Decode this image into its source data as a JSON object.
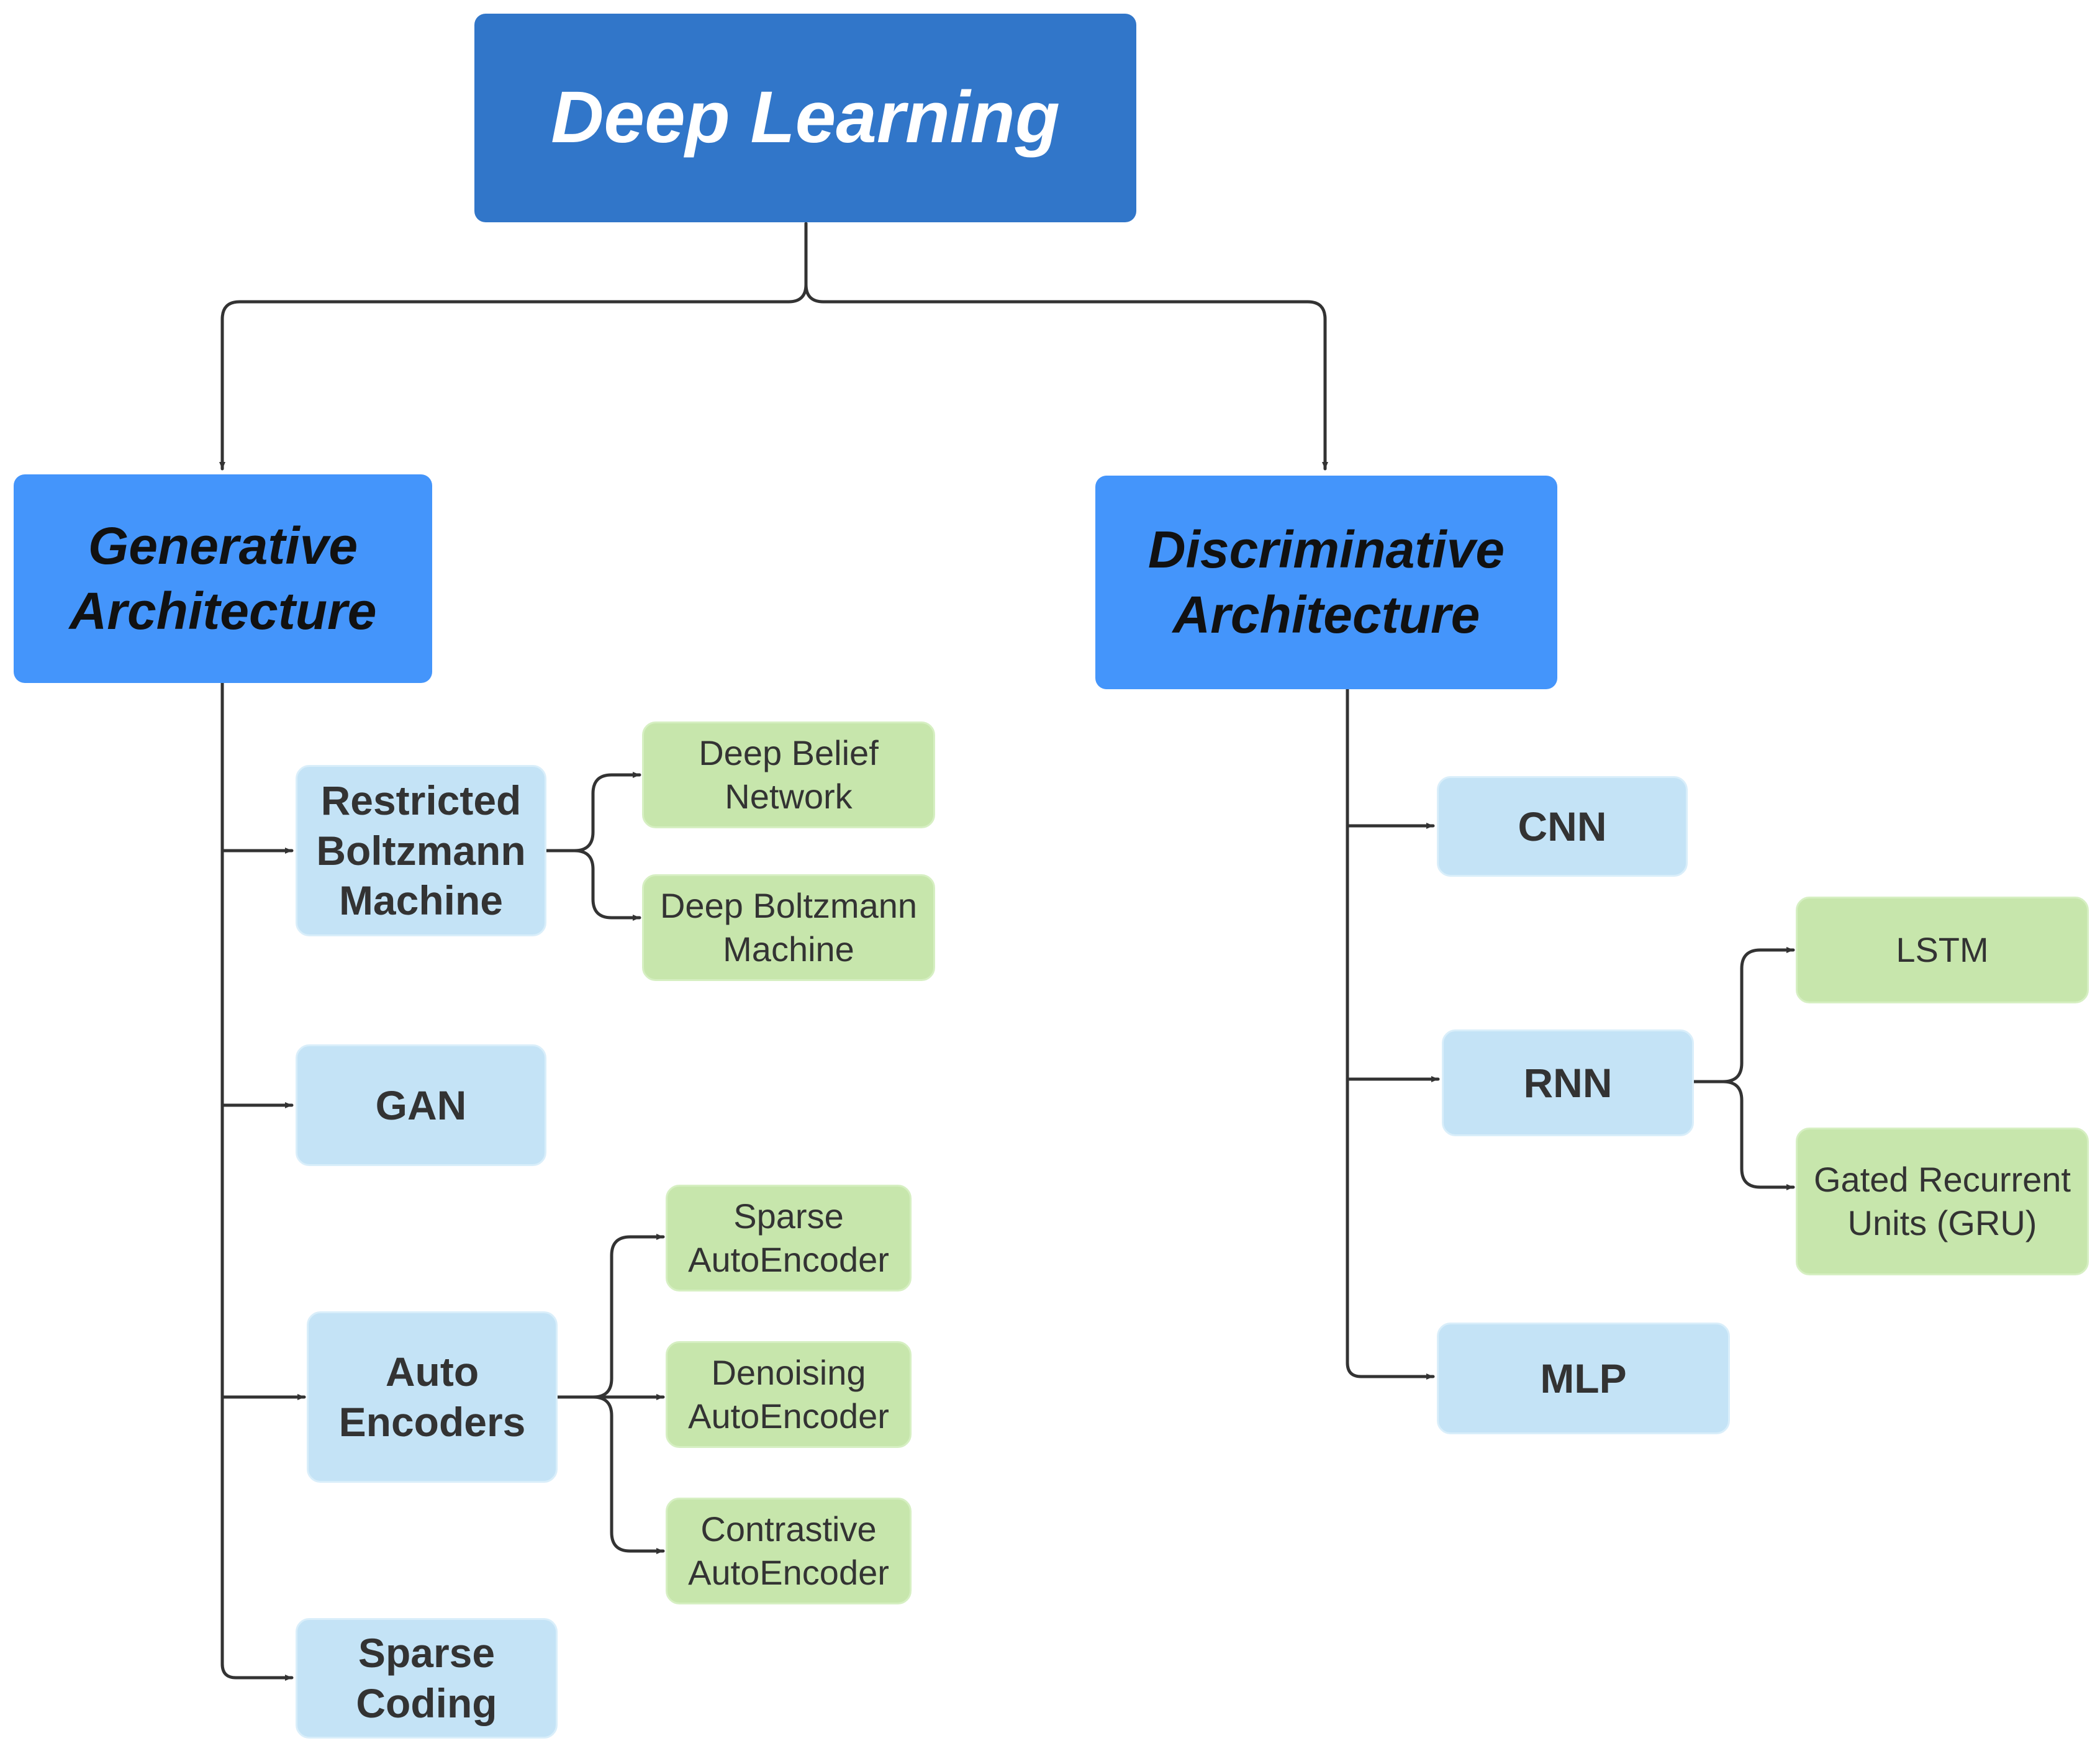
{
  "diagram": {
    "root": {
      "label": "Deep Learning"
    },
    "branches": [
      {
        "label": "Generative\nArchitecture",
        "methods": [
          {
            "label": "Restricted\nBoltzmann\nMachine",
            "variants": [
              "Deep Belief\nNetwork",
              "Deep Boltzmann\nMachine"
            ]
          },
          {
            "label": "GAN",
            "variants": []
          },
          {
            "label": "Auto\nEncoders",
            "variants": [
              "Sparse\nAutoEncoder",
              "Denoising\nAutoEncoder",
              "Contrastive\nAutoEncoder"
            ]
          },
          {
            "label": "Sparse\nCoding",
            "variants": []
          }
        ]
      },
      {
        "label": "Discriminative\nArchitecture",
        "methods": [
          {
            "label": "CNN",
            "variants": []
          },
          {
            "label": "RNN",
            "variants": [
              "LSTM",
              "Gated Recurrent\nUnits (GRU)"
            ]
          },
          {
            "label": "MLP",
            "variants": []
          }
        ]
      }
    ]
  },
  "colors": {
    "root_fill": "#3176c9",
    "architecture_fill": "#4495fb",
    "method_fill": "#c4e3f6",
    "variant_fill": "#c7e6ac",
    "connector": "#333333"
  }
}
